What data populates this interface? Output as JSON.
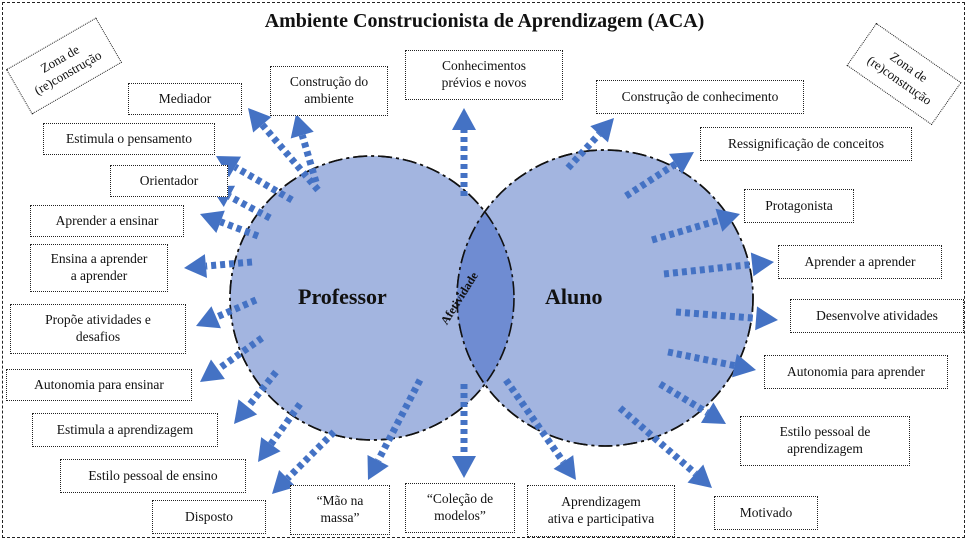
{
  "title": "Ambiente Construcionista de Aprendizagem (ACA)",
  "zone_left": "Zona de\n(re)construção",
  "zone_right": "Zona de\n(re)construção",
  "circles": {
    "professor": "Professor",
    "aluno": "Aluno",
    "intersection": "Afetividade"
  },
  "colors": {
    "circle_fill": "#a3b5e0",
    "intersection_fill": "#6f8cd2",
    "arrow": "#4472c4"
  },
  "top_boxes": [
    "Construção do\nambiente",
    "Conhecimentos\nprévios e novos",
    "Construção de conhecimento"
  ],
  "left_boxes": [
    "Mediador",
    "Estimula  o pensamento",
    "Orientador",
    "Aprender a ensinar",
    "Ensina a aprender\na aprender",
    "Propõe atividades e\ndesafios",
    "Autonomia  para ensinar",
    "Estimula  a aprendizagem",
    "Estilo  pessoal de ensino",
    "Disposto"
  ],
  "right_boxes": [
    "Ressignificação de conceitos",
    "Protagonista",
    "Aprender a aprender",
    "Desenvolve atividades",
    "Autonomia  para aprender",
    "Estilo  pessoal de\naprendizagem",
    "Motivado"
  ],
  "bottom_boxes": [
    "“Mão na\nmassa”",
    "“Coleção de\nmodelos”",
    "Aprendizagem\nativa e participativa"
  ]
}
